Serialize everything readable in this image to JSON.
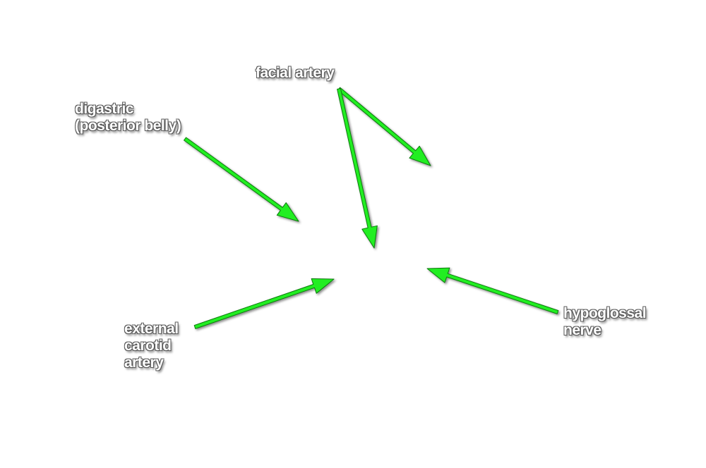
{
  "labels": {
    "facial_artery": [
      "facial artery"
    ],
    "digastric": [
      "digastric",
      "(posterior belly)"
    ],
    "external_carotid": [
      "external",
      "carotid",
      "artery"
    ],
    "hypoglossal": [
      "hypoglossal",
      "nerve"
    ]
  },
  "colors": {
    "arrow": "#22ee22",
    "arrow_outline": "#0b7a0b",
    "label_text": "#ffffff",
    "label_outline": "#5a5a5a",
    "background": "#ffffff"
  }
}
